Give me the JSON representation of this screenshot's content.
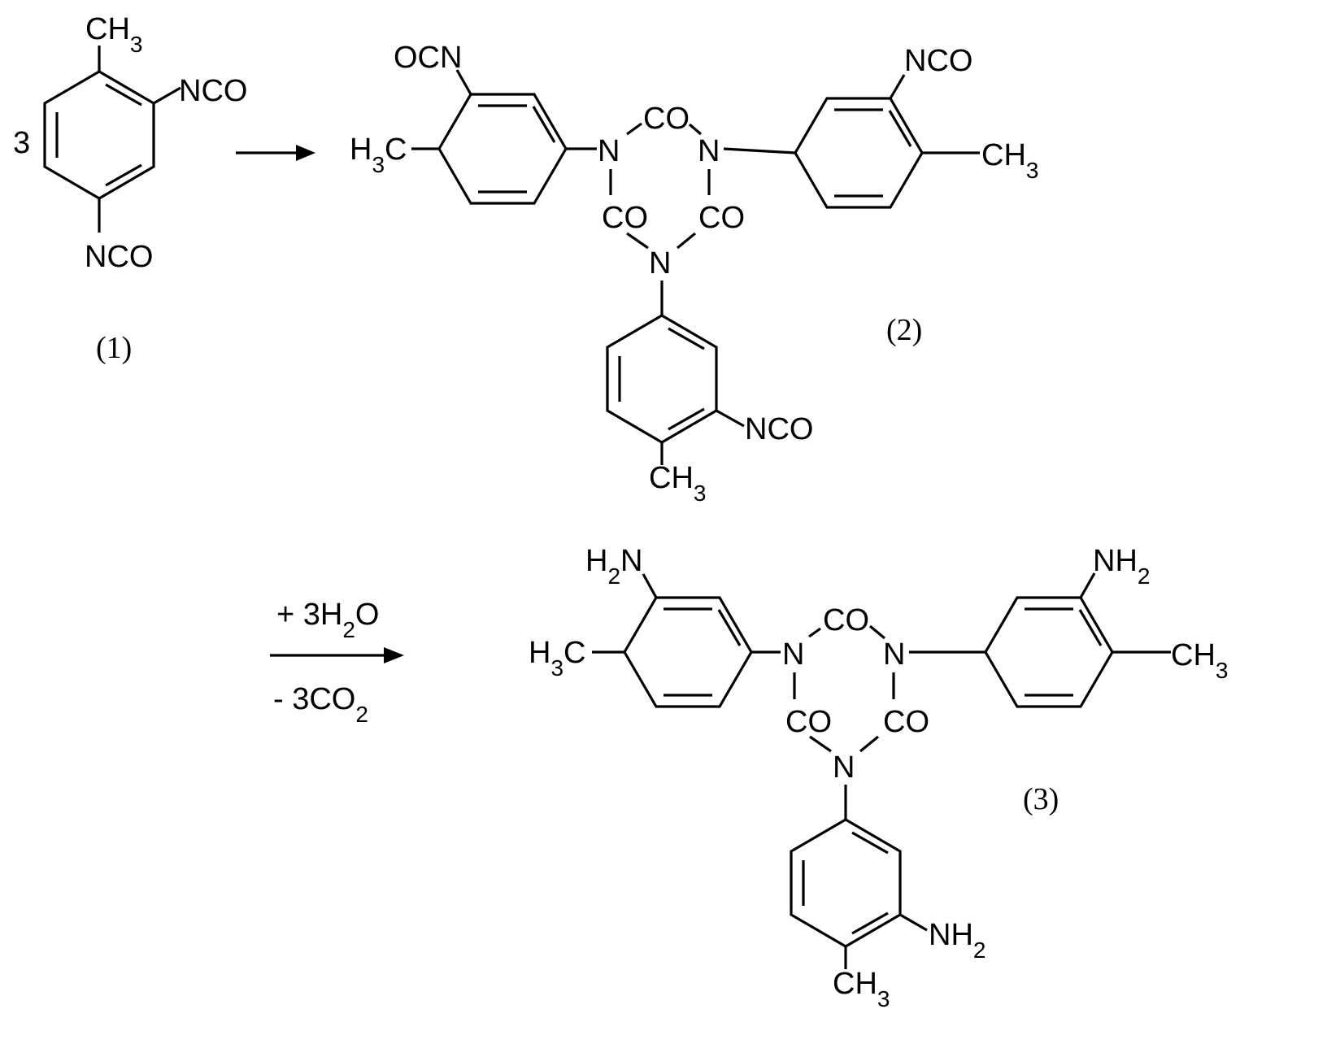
{
  "compound_1": {
    "label": "(1)",
    "methyl": "CH3",
    "isocyanate_ortho": "NCO",
    "isocyanate_para": "NCO",
    "ring_position": "3"
  },
  "compound_2": {
    "label": "(2)",
    "aryl_left": {
      "isocyanate": "OCN",
      "methyl": "H3C"
    },
    "aryl_right": {
      "isocyanate": "NCO",
      "methyl": "CH3"
    },
    "aryl_bottom": {
      "isocyanate": "NCO",
      "methyl": "CH3"
    },
    "ring": {
      "n_left": "N",
      "n_right": "N",
      "n_bottom": "N",
      "co_top": "CO",
      "co_left": "CO",
      "co_right": "CO"
    }
  },
  "reaction_2_to_3": {
    "reagent_added": "+ 3H2O",
    "byproduct_removed": "- 3CO2"
  },
  "compound_3": {
    "label": "(3)",
    "aryl_left": {
      "amine": "H2N",
      "methyl": "H3C"
    },
    "aryl_right": {
      "amine": "NH2",
      "methyl": "CH3"
    },
    "aryl_bottom": {
      "amine": "NH2",
      "methyl": "CH3"
    },
    "ring": {
      "n_left": "N",
      "n_right": "N",
      "n_bottom": "N",
      "co_top": "CO",
      "co_left": "CO",
      "co_right": "CO"
    }
  }
}
